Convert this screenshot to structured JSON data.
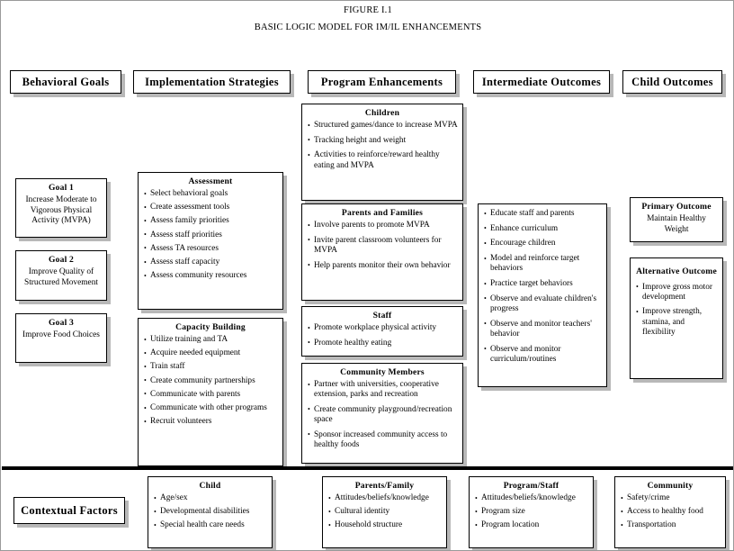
{
  "figure": {
    "label": "FIGURE I.1",
    "title": "BASIC LOGIC MODEL FOR IM/IL ENHANCEMENTS"
  },
  "column_headers": [
    {
      "label": "Behavioral Goals"
    },
    {
      "label": "Implementation Strategies"
    },
    {
      "label": "Program Enhancements"
    },
    {
      "label": "Intermediate Outcomes"
    },
    {
      "label": "Child Outcomes"
    }
  ],
  "behavioral_goals": [
    {
      "title": "Goal 1",
      "body": "Increase Moderate to Vigorous Physical Activity (MVPA)"
    },
    {
      "title": "Goal 2",
      "body": "Improve Quality of Structured Movement"
    },
    {
      "title": "Goal 3",
      "body": "Improve Food Choices"
    }
  ],
  "implementation_strategies": [
    {
      "title": "Assessment",
      "items": [
        "Select behavioral goals",
        "Create assessment tools",
        "Assess family priorities",
        "Assess staff priorities",
        "Assess TA resources",
        "Assess staff capacity",
        "Assess community resources"
      ]
    },
    {
      "title": "Capacity Building",
      "items": [
        "Utilize training and TA",
        "Acquire needed equipment",
        "Train staff",
        "Create community partnerships",
        "Communicate with parents",
        "Communicate with other programs",
        "Recruit volunteers"
      ]
    }
  ],
  "program_enhancements": [
    {
      "title": "Children",
      "items": [
        "Structured games/dance to increase MVPA",
        "Tracking height and weight",
        "Activities to reinforce/reward healthy eating and MVPA"
      ]
    },
    {
      "title": "Parents and Families",
      "items": [
        "Involve parents to promote MVPA",
        "Invite parent classroom volunteers for MVPA",
        "Help parents monitor their own behavior"
      ]
    },
    {
      "title": "Staff",
      "items": [
        "Promote workplace physical activity",
        "Promote healthy eating"
      ]
    },
    {
      "title": "Community Members",
      "items": [
        "Partner with universities, cooperative extension, parks and recreation",
        "Create community playground/recreation space",
        "Sponsor increased community access to healthy foods"
      ]
    }
  ],
  "intermediate_outcomes": {
    "items": [
      "Educate staff and parents",
      "Enhance curriculum",
      "Encourage children",
      "Model and reinforce target behaviors",
      "Practice target behaviors",
      "Observe and evaluate children's progress",
      "Observe and monitor teachers' behavior",
      "Observe and monitor curriculum/routines"
    ]
  },
  "child_outcomes": {
    "primary": {
      "title": "Primary Outcome",
      "body": "Maintain Healthy Weight"
    },
    "alternative": {
      "title": "Alternative Outcome",
      "items": [
        "Improve gross motor development",
        "Improve strength, stamina, and flexibility"
      ]
    }
  },
  "contextual_factors": {
    "label": "Contextual Factors",
    "groups": [
      {
        "title": "Child",
        "items": [
          "Age/sex",
          "Developmental disabilities",
          "Special health care needs"
        ]
      },
      {
        "title": "Parents/Family",
        "items": [
          "Attitudes/beliefs/knowledge",
          "Cultural identity",
          "Household structure"
        ]
      },
      {
        "title": "Program/Staff",
        "items": [
          "Attitudes/beliefs/knowledge",
          "Program size",
          "Program location"
        ]
      },
      {
        "title": "Community",
        "items": [
          "Safety/crime",
          "Access to healthy food",
          "Transportation"
        ]
      }
    ]
  },
  "colors": {
    "border": "#000000",
    "shadow": "#b8b8b8",
    "page_border": "#9a9a9a"
  }
}
